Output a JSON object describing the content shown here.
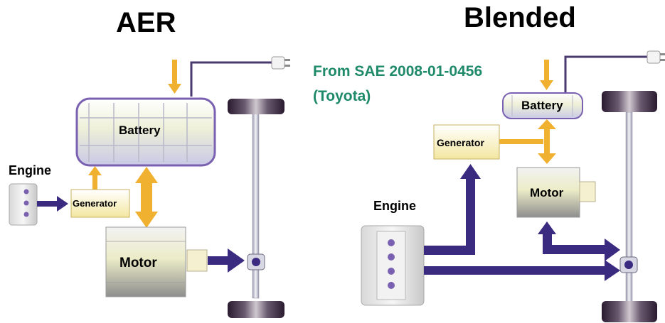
{
  "titles": {
    "left": "AER",
    "right": "Blended"
  },
  "source": {
    "line1": "From SAE 2008-01-0456",
    "line2": "(Toyota)"
  },
  "aer": {
    "battery": "Battery",
    "engine": "Engine",
    "generator": "Generator",
    "motor": "Motor"
  },
  "blended": {
    "battery": "Battery",
    "engine": "Engine",
    "generator": "Generator",
    "motor": "Motor"
  },
  "colors": {
    "arrow_orange": "#f0b030",
    "arrow_purple": "#3a2a80",
    "source_text": "#1e8a6a",
    "tire": "#3a2a40"
  },
  "icons": [
    "plug-icon",
    "wheel-icon",
    "axle-hub-icon",
    "engine-block-icon"
  ]
}
